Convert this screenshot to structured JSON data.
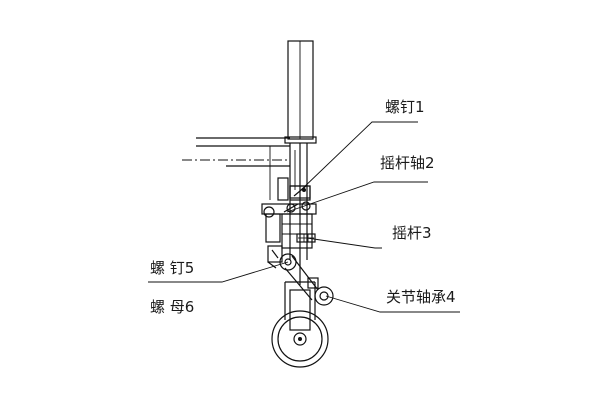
{
  "labels": {
    "screw1": "螺钉1",
    "rocker_shaft2": "摇杆轴2",
    "rocker3": "摇杆3",
    "joint_bearing4": "关节轴承4",
    "screw5": "螺 钉5",
    "nut6": "螺 母6"
  },
  "colors": {
    "line": "#111111",
    "background": "#ffffff"
  }
}
